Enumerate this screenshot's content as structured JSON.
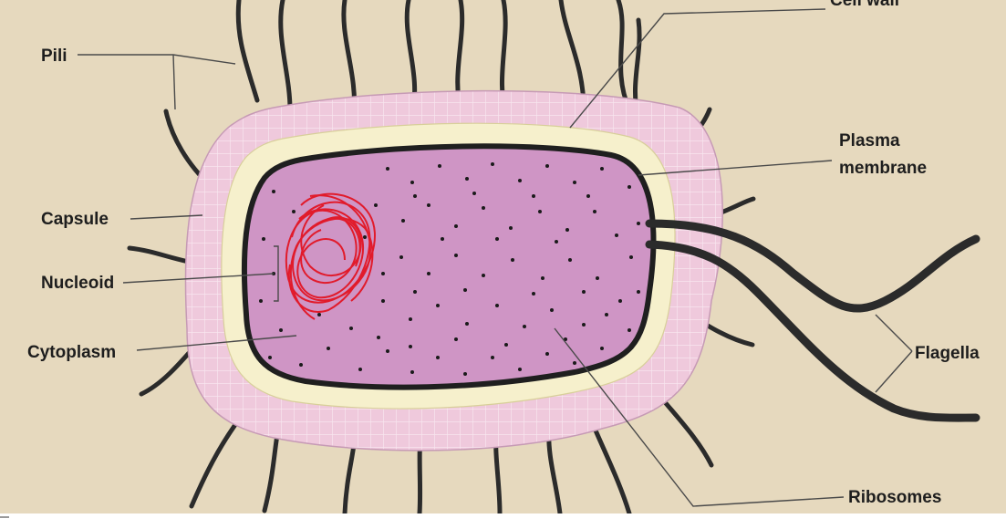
{
  "diagram": {
    "labels": {
      "pili": "Pili",
      "capsule": "Capsule",
      "nucleoid": "Nucleoid",
      "cytoplasm": "Cytoplasm",
      "cell_wall": "Cell wall",
      "plasma_membrane_line1": "Plasma",
      "plasma_membrane_line2": "membrane",
      "flagella": "Flagella",
      "ribosomes": "Ribosomes"
    },
    "colors": {
      "background": "#e6d9be",
      "capsule": "#efc9dc",
      "capsule_grid": "#f7e4ee",
      "cell_wall": "#f6f0cc",
      "membrane": "#1f1f1f",
      "cytoplasm": "#cf95c5",
      "nucleoid": "#e11b2b",
      "pili": "#2b2b2b",
      "text": "#1e1e1e"
    }
  }
}
